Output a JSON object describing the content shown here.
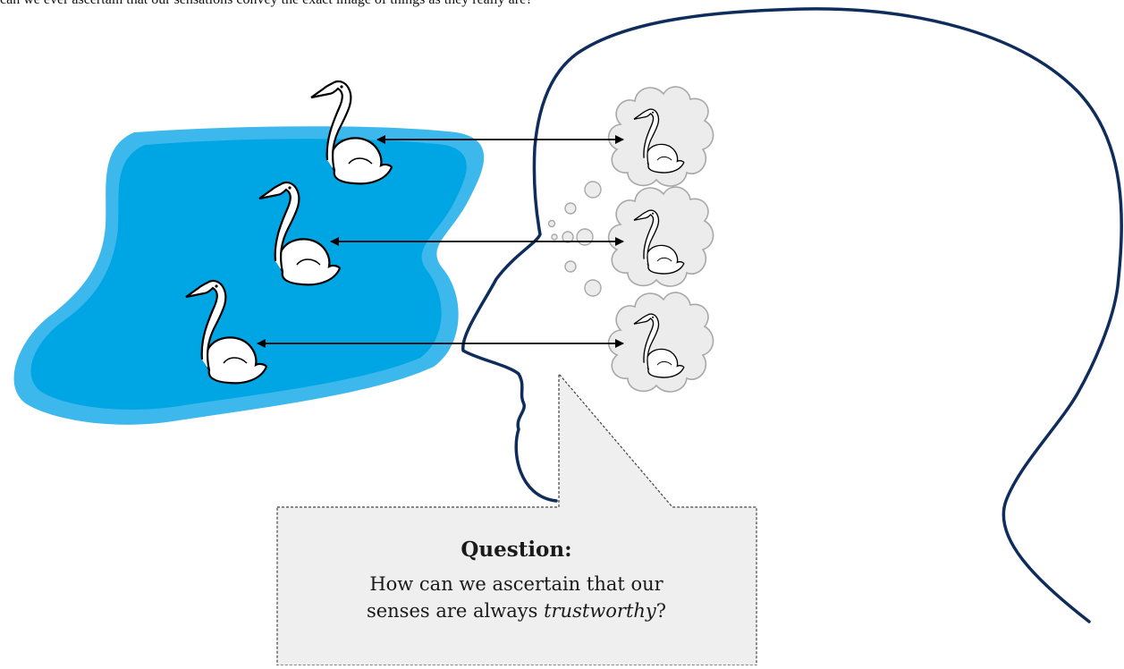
{
  "caption": "can we ever ascertain that our sensations convey the exact image of things as they really are?",
  "question": {
    "title": "Question:",
    "line1": "How can we ascertain that our",
    "line2_before": "senses are always ",
    "line2_emphasis": "trustworthy",
    "line2_after": "?"
  },
  "colors": {
    "pond_outer": "#3db8ec",
    "pond_inner": "#00a6e4",
    "head_outline": "#0f2d5c",
    "cloud_fill": "#ececec",
    "cloud_stroke": "#a8a8a8",
    "callout_fill": "#efefef"
  },
  "icons": [
    "swan-icon",
    "thought-cloud-icon",
    "double-arrow-icon",
    "thought-bubble-icon"
  ]
}
